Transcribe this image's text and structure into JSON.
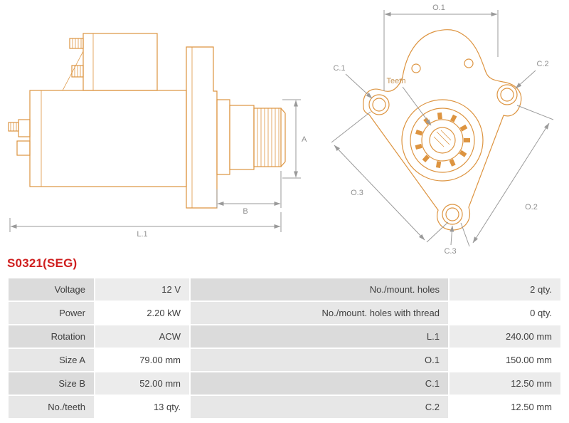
{
  "title": "S0321(SEG)",
  "colors": {
    "accent_red": "#cf1f1f",
    "drawing_line": "#dd9440",
    "dimension_gray": "#9a9a9a",
    "row_label_odd": "#dbdbdb",
    "row_value_odd": "#ececec",
    "row_label_even": "#e7e7e7",
    "row_value_even": "#ffffff"
  },
  "drawing": {
    "labels": {
      "a": "A",
      "b": "B",
      "l1": "L.1",
      "o1": "O.1",
      "o2": "O.2",
      "o3": "O.3",
      "c1": "C.1",
      "c2": "C.2",
      "c3": "C.3",
      "teeth": "Teeth"
    }
  },
  "table": {
    "rows": [
      {
        "l1": "Voltage",
        "v1": "12 V",
        "l2": "No./mount. holes",
        "v2": "2 qty."
      },
      {
        "l1": "Power",
        "v1": "2.20 kW",
        "l2": "No./mount. holes with thread",
        "v2": "0 qty."
      },
      {
        "l1": "Rotation",
        "v1": "ACW",
        "l2": "L.1",
        "v2": "240.00 mm"
      },
      {
        "l1": "Size A",
        "v1": "79.00 mm",
        "l2": "O.1",
        "v2": "150.00 mm"
      },
      {
        "l1": "Size B",
        "v1": "52.00 mm",
        "l2": "C.1",
        "v2": "12.50 mm"
      },
      {
        "l1": "No./teeth",
        "v1": "13 qty.",
        "l2": "C.2",
        "v2": "12.50 mm"
      }
    ]
  }
}
